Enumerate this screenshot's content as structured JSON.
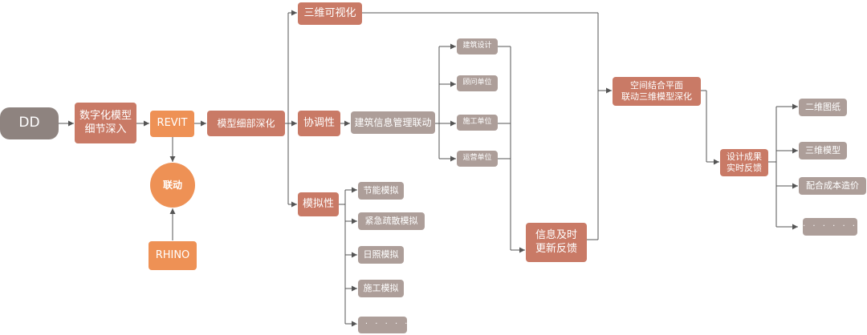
{
  "nodes": {
    "dd": "DD",
    "digital_model": "数字化模型\n细节深入",
    "revit": "REVIT",
    "linkage": "联动",
    "rhino": "RHINO",
    "model_detail": "模型细部深化",
    "three_d_visual": "三维可视化",
    "coordination": "协调性",
    "bim_link": "建筑信息管理联动",
    "simulation": "模拟性",
    "arch_design": "建筑设计",
    "consultant": "顾问单位",
    "construction_unit": "施工单位",
    "operation_unit": "运营单位",
    "energy_sim": "节能模拟",
    "evacuation_sim": "紧急疏散模拟",
    "sunlight_sim": "日照模拟",
    "construction_sim": "施工模拟",
    "sim_more": "· · · · · ·",
    "info_feedback": "信息及时\n更新反馈",
    "spatial_combo": "空间结合平面\n联动三维模型深化",
    "design_feedback": "设计成果\n实时反馈",
    "drawings_2d": "二维图纸",
    "model_3d": "三维模型",
    "cost_match": "配合成本造价",
    "output_more": "· · · · · ·"
  },
  "colors": {
    "primary": "#c97a66",
    "accent": "#ee9155",
    "secondary": "#ad9e99",
    "dark": "#8e837f",
    "line": "#555555"
  }
}
